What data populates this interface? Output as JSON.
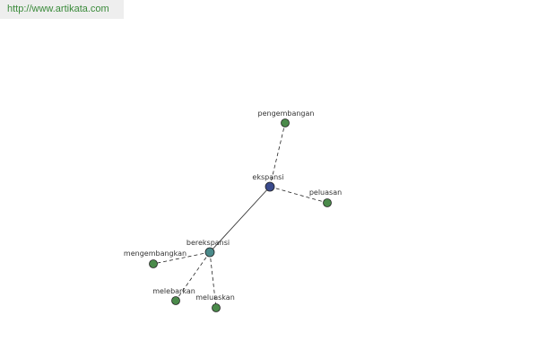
{
  "banner": {
    "url_text": "http://www.artikata.com",
    "text_color": "#3a8a3a"
  },
  "diagram": {
    "colors": {
      "center": "#3a4a8c",
      "hub": "#4a8a8a",
      "leaf": "#4a8a4a",
      "stroke": "#222222"
    },
    "nodes": [
      {
        "id": "ekspansi",
        "label": "ekspansi",
        "kind": "center"
      },
      {
        "id": "pengembangan",
        "label": "pengembangan",
        "kind": "leaf"
      },
      {
        "id": "peluasan",
        "label": "peluasan",
        "kind": "leaf"
      },
      {
        "id": "berekspansi",
        "label": "berekspansi",
        "kind": "hub"
      },
      {
        "id": "mengembangkan",
        "label": "mengembangkan",
        "kind": "leaf"
      },
      {
        "id": "melebarkan",
        "label": "melebarkan",
        "kind": "leaf"
      },
      {
        "id": "meluaskan",
        "label": "meluaskan",
        "kind": "leaf"
      }
    ],
    "edges": [
      {
        "from": "ekspansi",
        "to": "pengembangan",
        "style": "dashed"
      },
      {
        "from": "ekspansi",
        "to": "peluasan",
        "style": "dashed"
      },
      {
        "from": "ekspansi",
        "to": "berekspansi",
        "style": "solid"
      },
      {
        "from": "berekspansi",
        "to": "mengembangkan",
        "style": "dashed"
      },
      {
        "from": "berekspansi",
        "to": "melebarkan",
        "style": "dashed"
      },
      {
        "from": "berekspansi",
        "to": "meluaskan",
        "style": "dashed"
      }
    ]
  }
}
